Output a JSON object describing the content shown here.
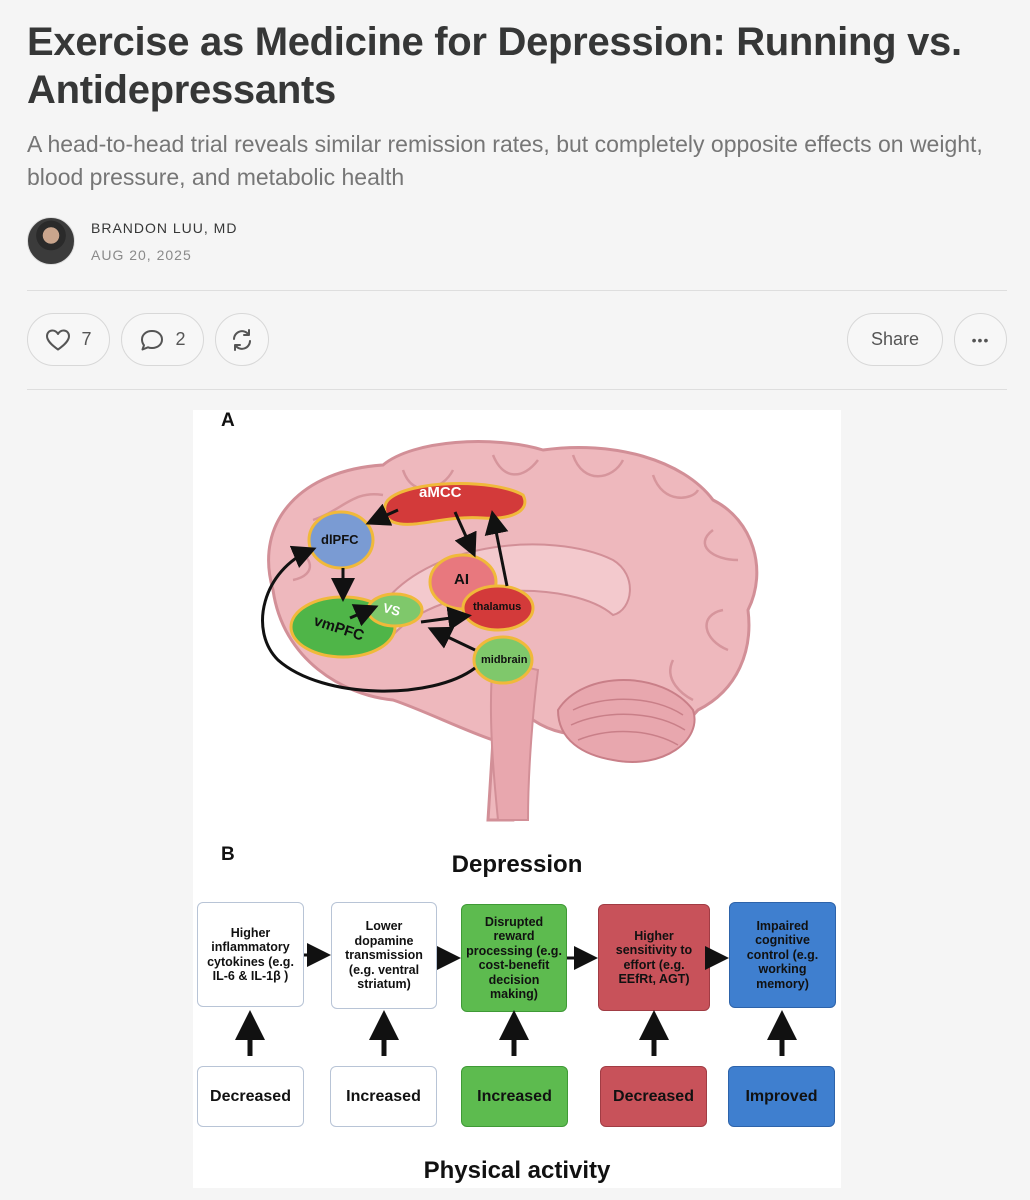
{
  "article": {
    "title": "Exercise as Medicine for Depression: Running vs. Antidepressants",
    "subtitle": "A head-to-head trial reveals similar remission rates, but completely opposite effects on weight, blood pressure, and metabolic health",
    "author": "BRANDON LUU, MD",
    "date": "AUG 20, 2025"
  },
  "actions": {
    "likes": "7",
    "comments": "2",
    "share_label": "Share",
    "more_label": "•••"
  },
  "figure": {
    "panel_a": {
      "letter": "A",
      "regions": {
        "amcc": "aMCC",
        "dlpfc": "dlPFC",
        "ai": "AI",
        "vs": "VS",
        "vmpfc": "vmPFC",
        "thalamus": "thalamus",
        "midbrain": "midbrain"
      }
    },
    "panel_b": {
      "letter": "B",
      "title": "Depression",
      "footer": "Physical activity",
      "boxes": [
        {
          "text": "Higher inflammatory cytokines (e.g. IL-6 & IL-1β )",
          "effect": "Decreased",
          "color": "#ffffff"
        },
        {
          "text": "Lower dopamine transmission (e.g. ventral striatum)",
          "effect": "Increased",
          "color": "#ffffff"
        },
        {
          "text": "Disrupted reward processing (e.g. cost-benefit decision making)",
          "effect": "Increased",
          "color": "#5dbb4f"
        },
        {
          "text": "Higher sensitivity to effort (e.g. EEfRt, AGT)",
          "effect": "Decreased",
          "color": "#c8525a"
        },
        {
          "text": "Impaired cognitive control (e.g. working memory)",
          "effect": "Improved",
          "color": "#3f7fcf"
        }
      ]
    }
  },
  "colors": {
    "background": "#f5f5f5",
    "title": "#363737",
    "subtitle": "#767676"
  }
}
